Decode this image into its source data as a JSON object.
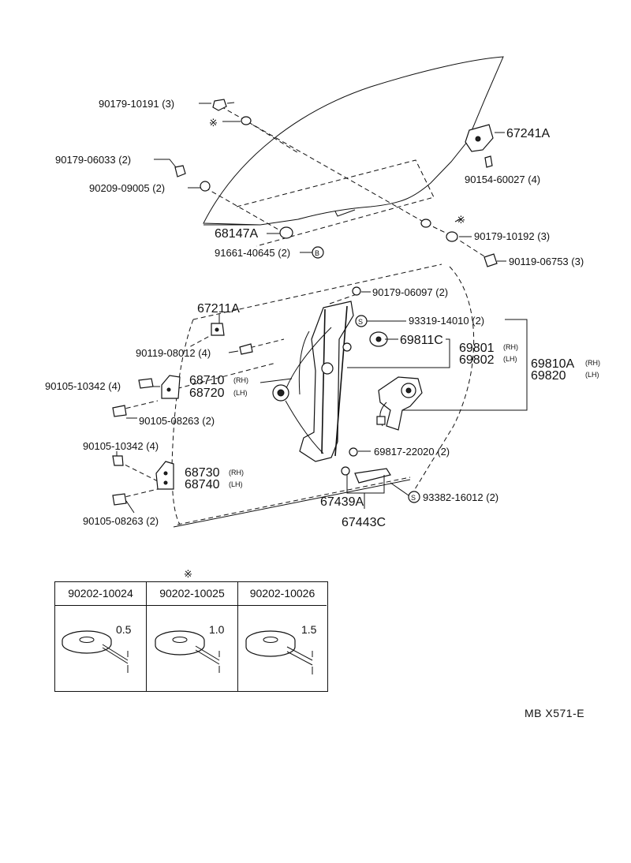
{
  "labels": {
    "p90179_10191": "90179-10191 (3)",
    "p90179_06033": "90179-06033 (2)",
    "p90209_09005": "90209-09005 (2)",
    "p68147A": "68147A",
    "p91661_40645": "91661-40645 (2)",
    "p67241A": "67241A",
    "p90154_60027": "90154-60027 (4)",
    "p90179_10192": "90179-10192 (3)",
    "p90119_06753": "90119-06753 (3)",
    "p90179_06097": "90179-06097 (2)",
    "p67211A": "67211A",
    "p93319_14010": "93319-14010 (2)",
    "p90119_08012": "90119-08012 (4)",
    "p69811C": "69811C",
    "p69801": "69801",
    "p69802": "69802",
    "p69810A": "69810A",
    "p69820": "69820",
    "p90105_10342a": "90105-10342 (4)",
    "p68710": "68710",
    "p68720": "68720",
    "p90105_08263a": "90105-08263 (2)",
    "p90105_10342b": "90105-10342 (4)",
    "p68730": "68730",
    "p68740": "68740",
    "p90105_08263b": "90105-08263 (2)",
    "p69817_22020": "69817-22020 (2)",
    "p67439A": "67439A",
    "p93382_16012": "93382-16012 (2)",
    "p67443C": "67443C",
    "rh": "(RH)",
    "lh": "(LH)",
    "mark_s": "S",
    "mark_b": "B",
    "asterisk": "※"
  },
  "shim_table": {
    "marker": "※",
    "columns": [
      {
        "part": "90202-10024",
        "thickness": "0.5"
      },
      {
        "part": "90202-10025",
        "thickness": "1.0"
      },
      {
        "part": "90202-10026",
        "thickness": "1.5"
      }
    ]
  },
  "diagram_code": "MB  X571-E"
}
